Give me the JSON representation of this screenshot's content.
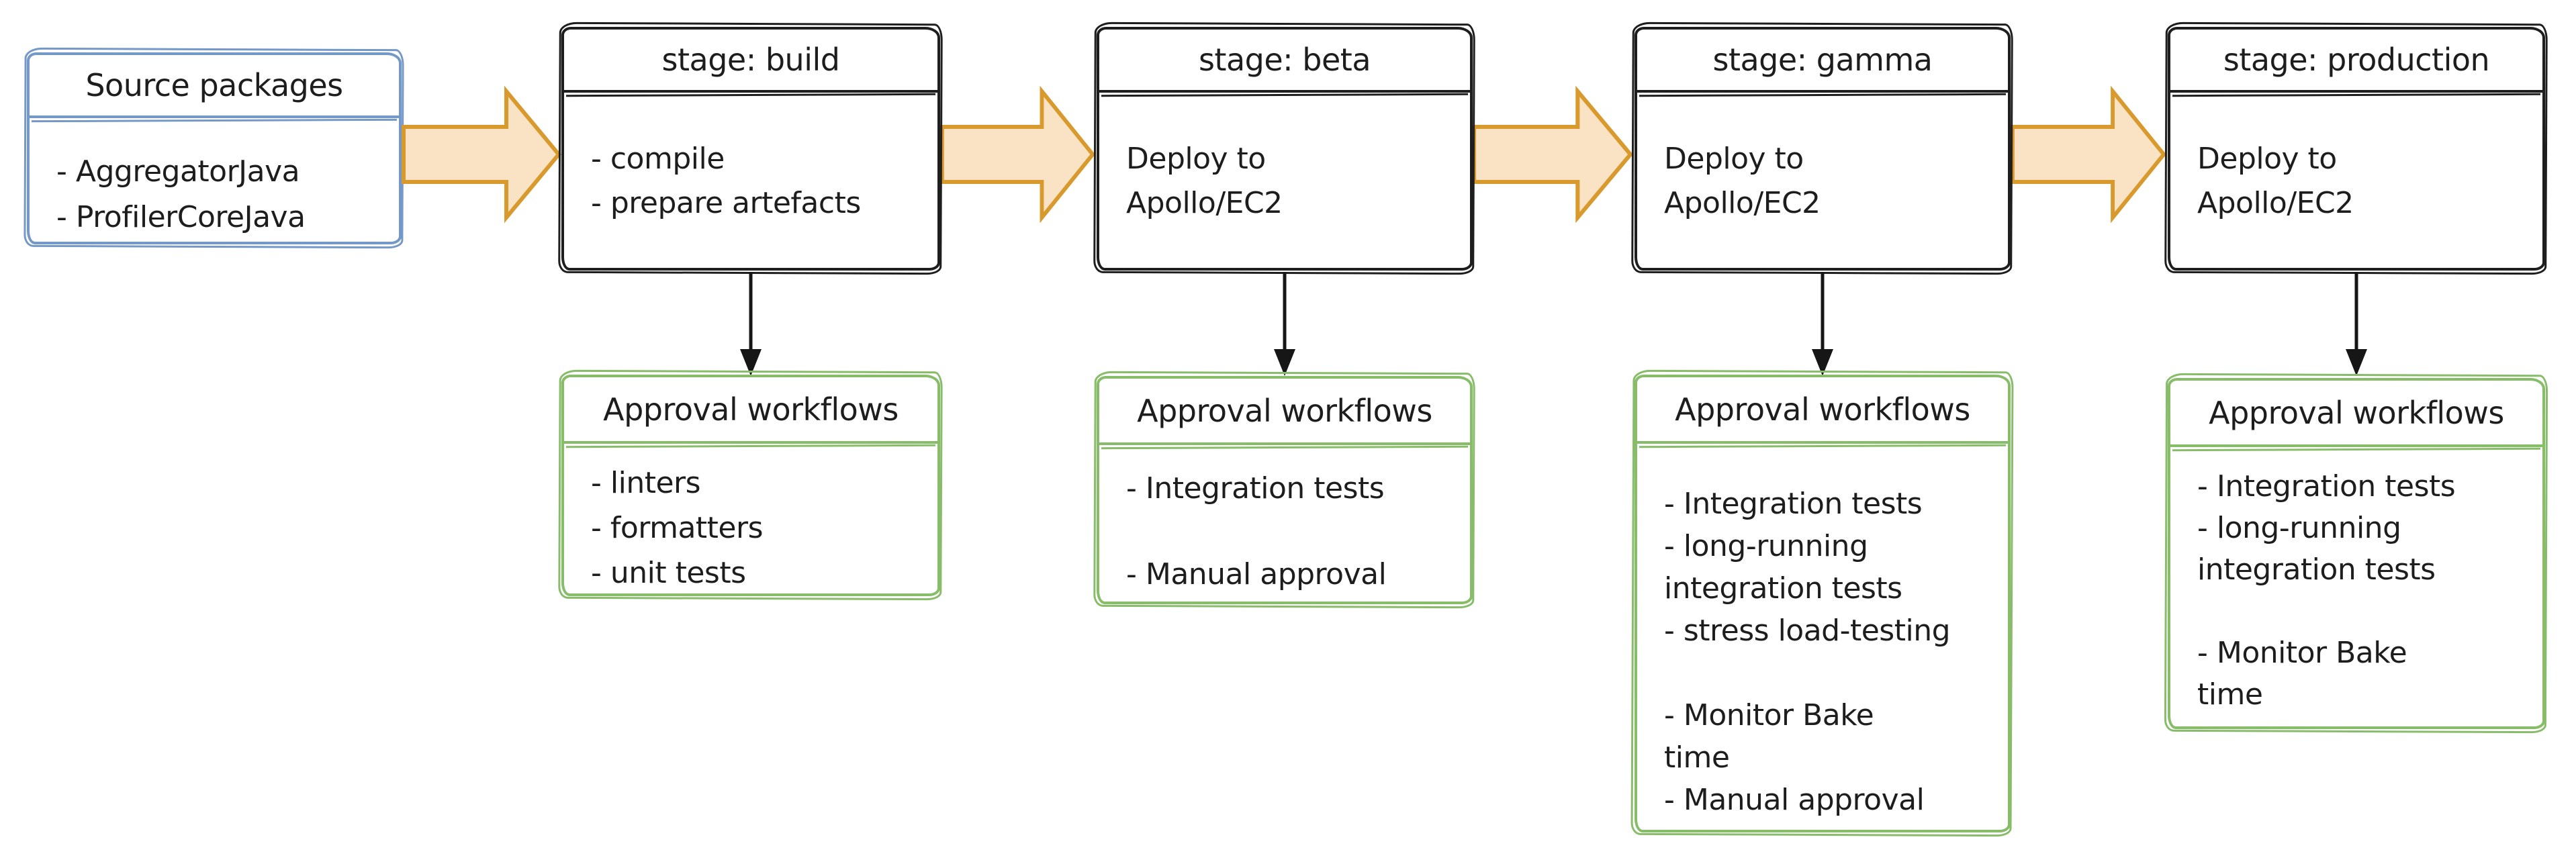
{
  "source": {
    "title": "Source packages",
    "items": [
      "- AggregatorJava",
      "- ProfilerCoreJava"
    ]
  },
  "stages": [
    {
      "title": "stage: build",
      "body": [
        "- compile",
        "- prepare artefacts"
      ]
    },
    {
      "title": "stage: beta",
      "body": [
        "Deploy to",
        "Apollo/EC2"
      ]
    },
    {
      "title": "stage: gamma",
      "body": [
        "Deploy to",
        "Apollo/EC2"
      ]
    },
    {
      "title": "stage: production",
      "body": [
        "Deploy to",
        "Apollo/EC2"
      ]
    }
  ],
  "approvals": [
    {
      "title": "Approval workflows",
      "items": [
        "- linters",
        "- formatters",
        "- unit tests"
      ]
    },
    {
      "title": "Approval workflows",
      "items": [
        "- Integration tests",
        "",
        "- Manual approval"
      ]
    },
    {
      "title": "Approval workflows",
      "items": [
        "- Integration tests",
        "- long-running",
        "integration tests",
        "- stress load-testing",
        "",
        "- Monitor Bake",
        "time",
        "- Manual approval"
      ]
    },
    {
      "title": "Approval workflows",
      "items": [
        "- Integration tests",
        "- long-running",
        "integration tests",
        "",
        "- Monitor Bake",
        "time"
      ]
    }
  ],
  "colors": {
    "background": "#FFFFFF",
    "text": "#1D1D1D",
    "source_border": "#7498C7",
    "stage_border": "#1E1E1E",
    "approval_border": "#87BC69",
    "flow_arrow_fill": "#FAE3C4",
    "flow_arrow_stroke": "#D8992D",
    "connector_arrow": "#161616"
  }
}
